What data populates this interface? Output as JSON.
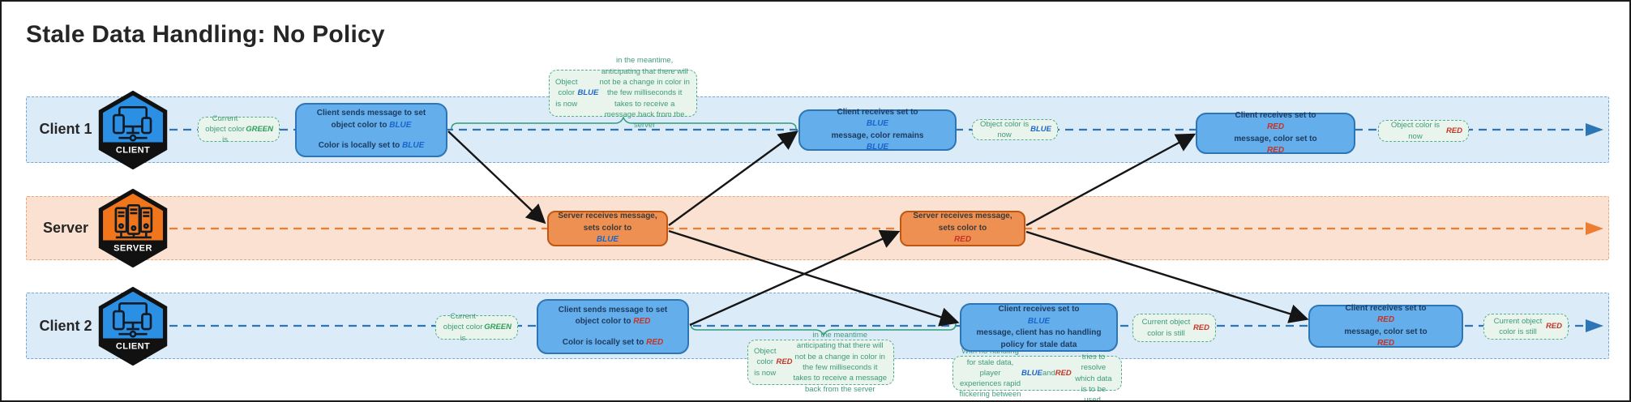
{
  "title": "Stale Data Handling: No Policy",
  "colors": {
    "client_lane_bg": "#dcebf8",
    "server_lane_bg": "#fbe1d1",
    "client_box_fill": "#63aeeb",
    "client_box_border": "#2e75b6",
    "server_box_fill": "#ee9051",
    "server_box_border": "#bf5712",
    "note_fill": "#e8f4ec",
    "note_border": "#54ad8c",
    "note_text": "#3f9c7a",
    "client_flow_line": "#2e75b6",
    "server_flow_line": "#ed7d31",
    "arrow_black": "#151515",
    "brace_green": "#2e9e77",
    "keyword_blue": "#1b66cc",
    "keyword_red": "#c63425",
    "keyword_green": "#2e9e5a",
    "client_hex_fill": "#2b8fe3",
    "server_hex_fill": "#f1751b"
  },
  "lanes": [
    {
      "id": "client1",
      "label": "Client 1",
      "badge": "CLIENT"
    },
    {
      "id": "server",
      "label": "Server",
      "badge": "SERVER"
    },
    {
      "id": "client2",
      "label": "Client 2",
      "badge": "CLIENT"
    }
  ],
  "client1": {
    "note_start": "Current object color is GREEN",
    "box_send_l1": "Client sends message to set object color to BLUE",
    "box_send_l2": "Color is locally set to BLUE",
    "note_meantime": "Object color is now BLUE in the meantime, anticipating that there will not be a change in color in the few milliseconds it takes to receive a message back from the server",
    "box_receive_blue": "Client receives set to BLUE message, color remains BLUE",
    "note_now_blue": "Object color is now BLUE",
    "box_receive_red": "Client receives set to RED message, color set to RED",
    "note_now_red": "Object color is now RED"
  },
  "server": {
    "box_blue": "Server receives message, sets color to BLUE",
    "box_red": "Server receives message, sets color to RED"
  },
  "client2": {
    "note_start": "Current object color is GREEN",
    "box_send_l1": "Client sends message to set object color to RED",
    "box_send_l2": "Color is locally set to RED",
    "note_meantime": "Object color is now RED in the meantime anticipating that there will not be a change in color in the few milliseconds it takes to receive a message back from the server",
    "box_receive_blue": "Client receives set to BLUE message, client has no handling policy for stale data",
    "note_still_red_1": "Current object color is still RED",
    "note_flicker": "With no handling for stale data, player experiences rapid flickering between BLUE and RED as the client tries to resolve which data is to be used.",
    "box_receive_red": "Client receives set to RED message, color set to RED",
    "note_still_red_2": "Current object color is still RED"
  }
}
